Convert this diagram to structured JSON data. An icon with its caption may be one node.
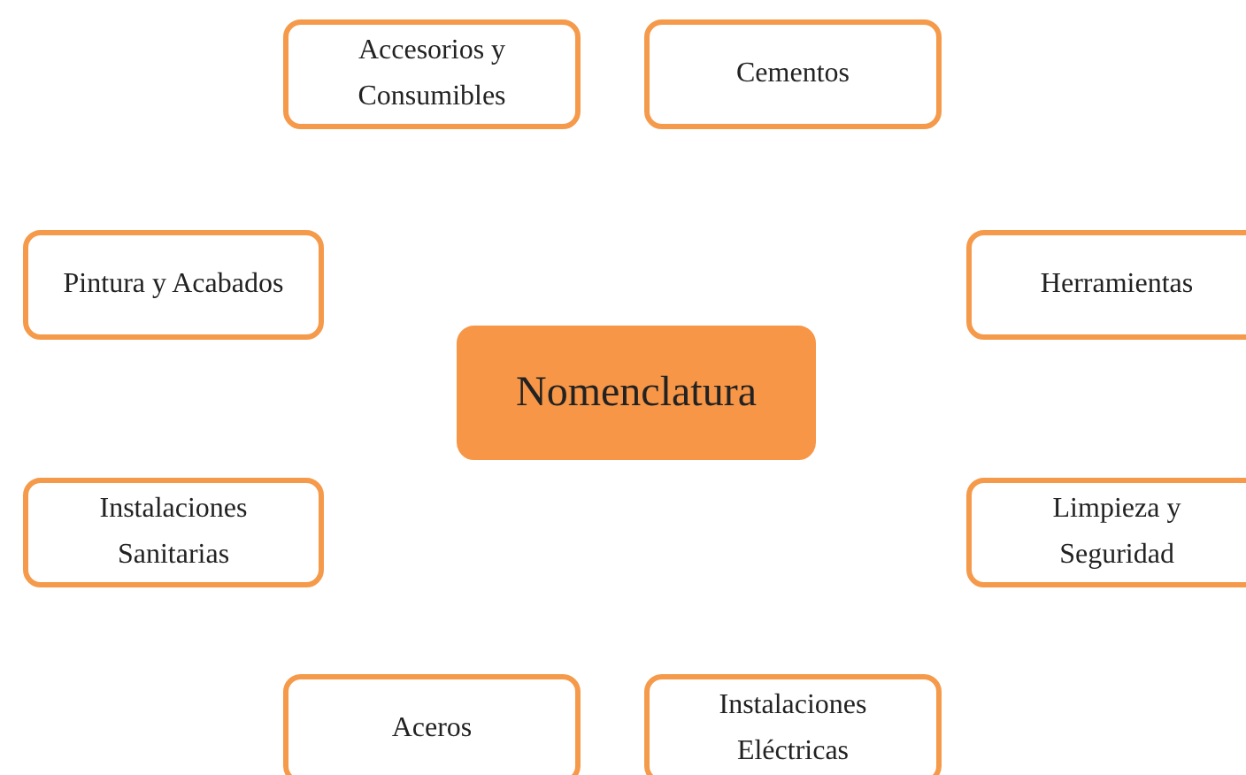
{
  "diagram": {
    "nodes": [
      {
        "text": [
          "Accesorios y Consumibles"
        ]
      },
      {
        "text": [
          "Cementos"
        ]
      },
      {
        "text": [
          "Pintura y Acabados"
        ]
      },
      {
        "text": [
          "Herramientas"
        ]
      },
      {
        "text": [
          "Nomenclatura"
        ]
      },
      {
        "text": [
          "Instalaciones Sanitarias"
        ]
      },
      {
        "text": [
          "Limpieza y Seguridad"
        ]
      },
      {
        "text": [
          "Aceros"
        ]
      },
      {
        "text": [
          "Instalaciones Eléctricas"
        ]
      }
    ]
  }
}
